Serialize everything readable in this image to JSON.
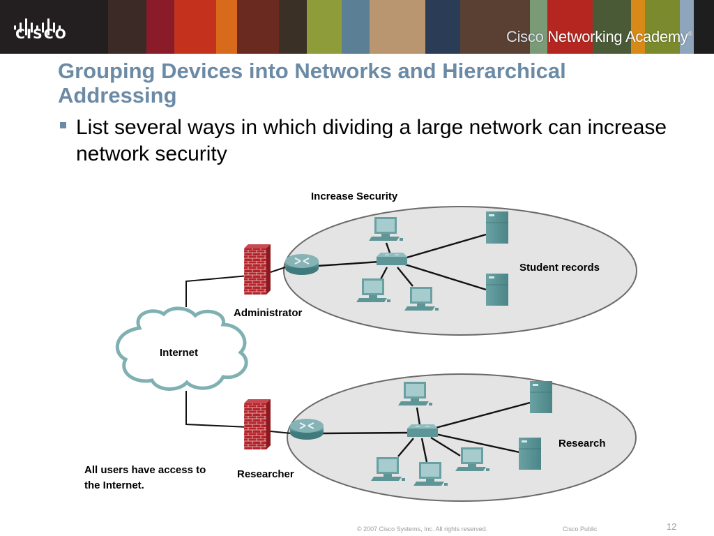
{
  "header": {
    "logo_text": "CISCO",
    "academy_brand_prefix": "Cisco",
    "academy_brand_rest": " Networking Academy",
    "registered_mark": "®"
  },
  "slide": {
    "title": "Grouping Devices into Networks and Hierarchical Addressing",
    "bullets": [
      "List several ways in which dividing a large network can increase network security"
    ]
  },
  "diagram": {
    "heading": "Increase Security",
    "cloud_label": "Internet",
    "note": [
      "All users have access to",
      "the Internet."
    ],
    "networks": [
      {
        "name": "Student records",
        "gateway_label": "Administrator",
        "pcs": 3,
        "servers": 2
      },
      {
        "name": "Research",
        "gateway_label": "Researcher",
        "pcs": 4,
        "servers": 2
      }
    ]
  },
  "footer": {
    "copyright": "© 2007 Cisco Systems, Inc. All rights reserved.",
    "classification": "Cisco Public",
    "page_number": "12"
  },
  "colors": {
    "title": "#6b8aa5",
    "device_teal": "#5e9698",
    "firewall_red": "#b3232a",
    "ellipse_fill": "#e4e4e4"
  }
}
